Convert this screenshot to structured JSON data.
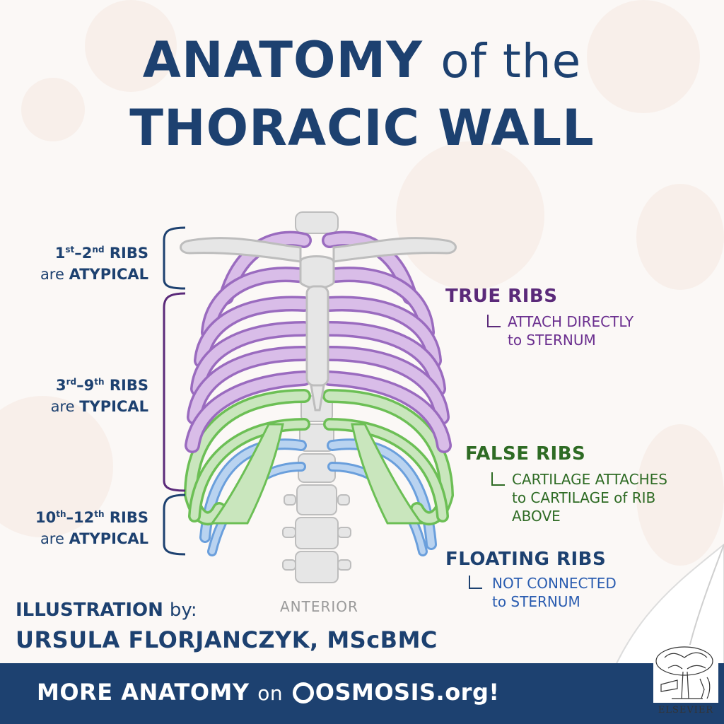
{
  "title": {
    "line1_bold": "ANATOMY",
    "line1_small": "of the",
    "line2": "THORACIC WALL"
  },
  "left_labels": [
    {
      "ordinal1": "1",
      "sup1": "st",
      "sep": "–",
      "ordinal2": "2",
      "sup2": "nd",
      "word": "RIBS",
      "line2_prefix": "are",
      "line2_bold": "ATYPICAL"
    },
    {
      "ordinal1": "3",
      "sup1": "rd",
      "sep": "–",
      "ordinal2": "9",
      "sup2": "th",
      "word": "RIBS",
      "line2_prefix": "are",
      "line2_bold": "TYPICAL"
    },
    {
      "ordinal1": "10",
      "sup1": "th",
      "sep": "–",
      "ordinal2": "12",
      "sup2": "th",
      "word": "RIBS",
      "line2_prefix": "are",
      "line2_bold": "ATYPICAL"
    }
  ],
  "categories": {
    "true_ribs": {
      "title": "TRUE RIBS",
      "desc_line1": "ATTACH DIRECTLY",
      "desc_line2": "to STERNUM",
      "color": "#5b2a7a"
    },
    "false_ribs": {
      "title": "FALSE RIBS",
      "desc_line1": "CARTILAGE ATTACHES",
      "desc_line2": "to CARTILAGE of RIB",
      "desc_line3": "ABOVE",
      "color": "#2e6b24"
    },
    "floating_ribs": {
      "title": "FLOATING RIBS",
      "desc_line1": "NOT CONNECTED",
      "desc_line2": "to STERNUM",
      "color": "#1d4170"
    }
  },
  "anterior_label": "ANTERIOR",
  "credit": {
    "line1": "ILLUSTRATION",
    "line1_by": "by:",
    "line2": "URSULA FLORJANCZYK, MScBMC"
  },
  "footer": {
    "prefix": "MORE ANATOMY",
    "on": "on",
    "brand": "OSMOSIS.org",
    "bang": "!"
  },
  "elsevier": {
    "name": "ELSEVIER"
  },
  "colors": {
    "navy": "#1d4170",
    "true_rib_fill": "#d9bde8",
    "true_rib_stroke": "#9a6bbf",
    "false_rib_fill": "#c9e6bd",
    "false_rib_stroke": "#6cbf55",
    "floating_rib_fill": "#b9d3f0",
    "floating_rib_stroke": "#6a9fdc",
    "bone": "#e6e6e6"
  }
}
